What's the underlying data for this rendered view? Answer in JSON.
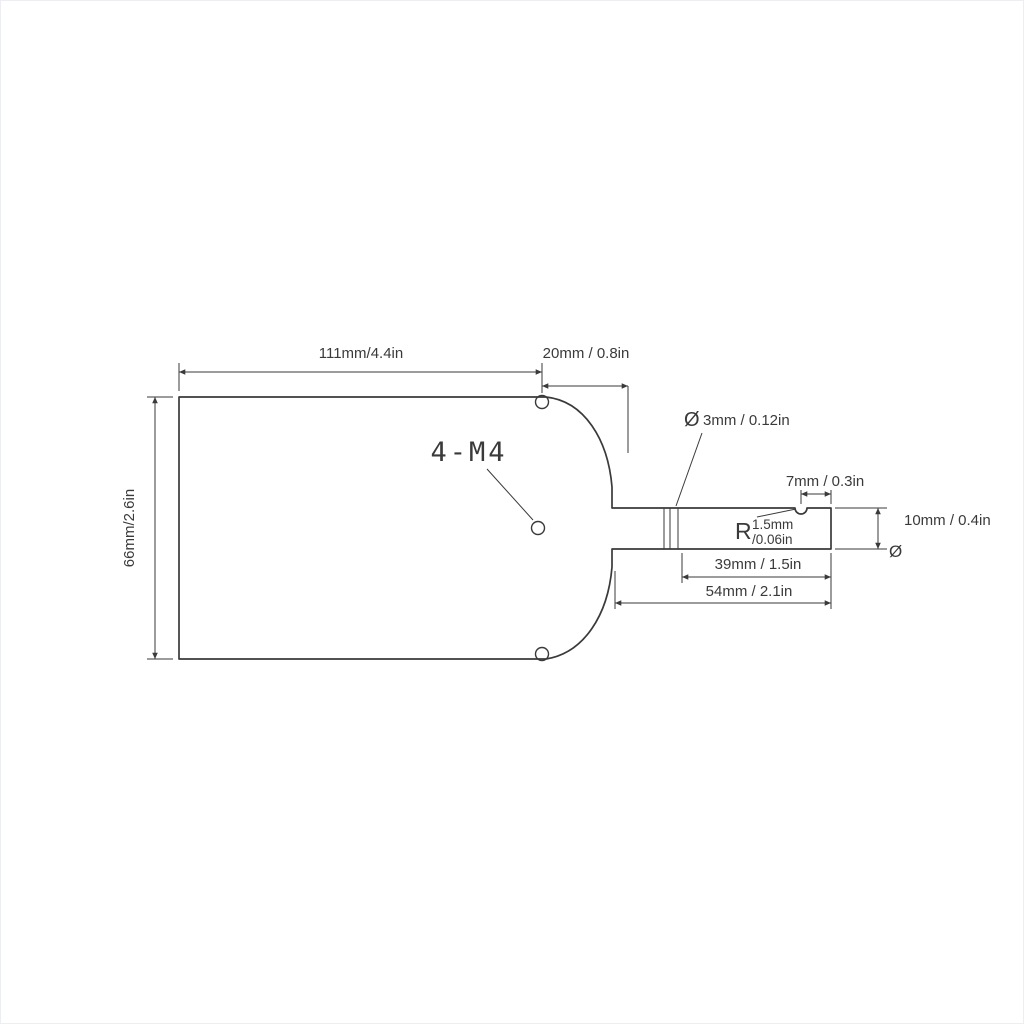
{
  "drawing": {
    "kind": "engineering-dimension-drawing",
    "line_color": "#3a3a3a",
    "background_color": "#ffffff",
    "dimensions": {
      "body_width": "111mm/4.4in",
      "end_offset": "20mm / 0.8in",
      "body_height": "66mm/2.6in",
      "thread_callout": "4-M4",
      "hole_diameter_symbol": "Ø",
      "hole_diameter": "3mm / 0.12in",
      "notch_offset": "7mm / 0.3in",
      "radius_prefix": "R",
      "radius_mm": "1.5mm",
      "radius_in": "/0.06in",
      "shaft_diameter": "10mm / 0.4in",
      "shaft_diameter_symbol": "Ø",
      "groove_to_end": "39mm / 1.5in",
      "shaft_length": "54mm / 2.1in"
    }
  }
}
